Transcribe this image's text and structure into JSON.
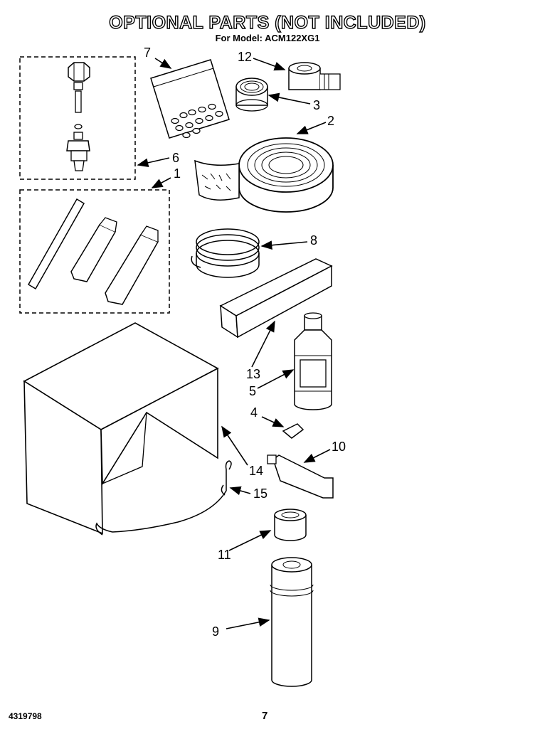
{
  "header": {
    "title": "OPTIONAL PARTS (NOT INCLUDED)",
    "subtitle": "For Model: ACM122XG1"
  },
  "footer": {
    "part_number": "4319798",
    "page_number": "7"
  },
  "callouts": {
    "c1": "1",
    "c2": "2",
    "c3": "3",
    "c4": "4",
    "c5": "5",
    "c6": "6",
    "c7": "7",
    "c8": "8",
    "c9": "9",
    "c10": "10",
    "c11": "11",
    "c12": "12",
    "c13": "13",
    "c14": "14",
    "c15": "15"
  }
}
